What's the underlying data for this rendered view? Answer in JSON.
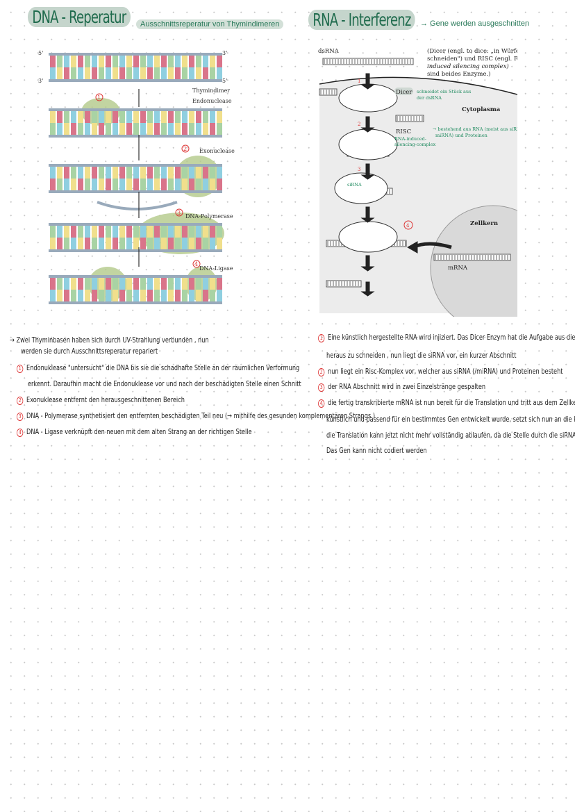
{
  "left": {
    "title": "DNA - Reperatur",
    "subtitle": "Ausschnittsreperatur von Thymindimeren",
    "diagram": {
      "prime5": "5'",
      "prime3": "3'",
      "thymindimer": "Thymindimer",
      "endonuclease": "Endonuclease",
      "exonuclease": "Exonuclease",
      "polymerase": "DNA-Polymerase",
      "ligase": "DNA-Ligase",
      "steps": [
        "1",
        "2",
        "3",
        "4"
      ]
    },
    "intro": [
      "→ Zwei Thyminbasen haben sich durch UV-Strahlung verbunden , nun",
      "werden sie durch Ausschnittsreperatur repariert"
    ],
    "steps": [
      {
        "num": "1",
        "lines": [
          "Endonuklease \"untersucht\" die DNA bis sie die schadhafte Stelle an der räumlichen Verformung",
          "erkennt. Daraufhin macht die Endonuklease vor und nach der beschädigten Stelle einen Schnitt"
        ]
      },
      {
        "num": "2",
        "lines": [
          "Exonuklease entfernt den herausgeschnittenen Bereich"
        ]
      },
      {
        "num": "3",
        "lines": [
          "DNA - Polymerase synthetisiert den entfernten beschädigten Teil neu (→ mithilfe des gesunden komplementären Strangs )"
        ]
      },
      {
        "num": "4",
        "lines": [
          "DNA - Ligase verknüpft den neuen mit dem alten Strang an der richtigen Stelle"
        ]
      }
    ]
  },
  "right": {
    "title": "RNA - Interferenz",
    "subtitle": "→ Gene werden ausgeschnitten",
    "diagram": {
      "dsrna": "dsRNA",
      "info": [
        "(Dicer (engl. to dice: „in Würfel",
        "schneiden\") und RISC (engl. RNA",
        "induced silencing complex)",
        "sind beides Enzyme.)"
      ],
      "dicer": "Dicer",
      "dicer_note": [
        "schneidet ein Stück aus",
        "der dsRNA"
      ],
      "cytoplasma": "Cytoplasma",
      "risc": "RISC",
      "risc_note": [
        "RNA-induced-",
        "silencing-complex"
      ],
      "risc_note2": [
        "→ bestehend aus RNA (meist aus siRNA",
        "miRNA) und Proteinen"
      ],
      "sirna": "siRNA",
      "zellkern": "Zellkern",
      "mrna": "mRNA",
      "steps": [
        "1",
        "2",
        "3",
        "4"
      ]
    },
    "steps": [
      {
        "num": "1",
        "lines": [
          "Eine künstlich hergestellte RNA wird injiziert. Das Dicer Enzym hat die Aufgabe aus diesem ein Stück",
          "heraus zu schneiden , nun liegt die siRNA vor, ein kurzer Abschnitt"
        ]
      },
      {
        "num": "2",
        "lines": [
          "nun liegt ein Risc-Komplex vor, welcher aus siRNA (/miRNA) und Proteinen besteht"
        ]
      },
      {
        "num": "3",
        "lines": [
          "der RNA Abschnitt wird in zwei Einzelstränge gespalten"
        ]
      },
      {
        "num": "4",
        "lines": [
          "die fertig transkribierte mRNA ist nun bereit für die Translation und tritt aus dem Zellkern aus. Die siRNA, welche",
          "künstlich und passend für ein bestimmtes Gen entwickelt wurde, setzt sich nun an die komplementäre Stelle der mRNA.",
          "die Translation kann jetzt nicht mehr vollständig ablaufen, da die Stelle durch die siRNA \"besetzt\" ist.",
          "Das Gen kann nicht codiert werden"
        ]
      }
    ]
  },
  "colors": {
    "accent": "#1f6b4d",
    "marker": "#d33333",
    "base_pink": "#d9748a",
    "base_yellow": "#f0df8c",
    "base_blue": "#8fcfe0",
    "base_green": "#a9d3a4",
    "highlight": "#b3c98a"
  }
}
